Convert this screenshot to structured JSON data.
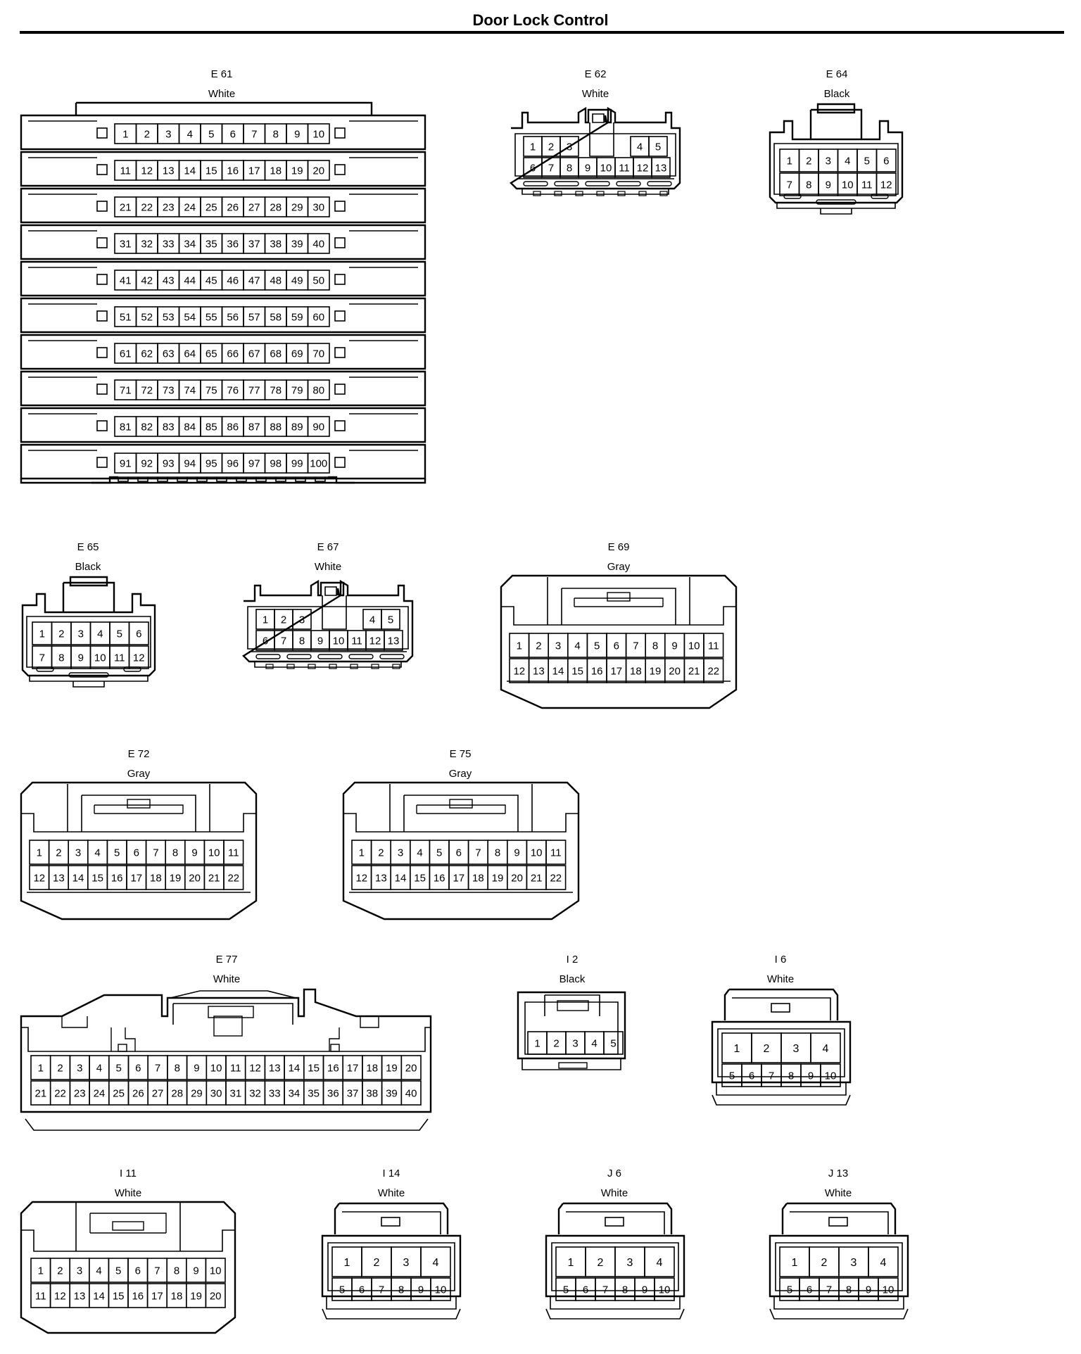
{
  "title": "Door Lock Control",
  "connectors": [
    {
      "id": "E 61",
      "color": "White",
      "pins": [
        100
      ]
    },
    {
      "id": "E 62",
      "color": "White",
      "pins": [
        13
      ]
    },
    {
      "id": "E 64",
      "color": "Black",
      "pins": [
        12
      ]
    },
    {
      "id": "E 65",
      "color": "Black",
      "pins": [
        12
      ]
    },
    {
      "id": "E 67",
      "color": "White",
      "pins": [
        13
      ]
    },
    {
      "id": "E 69",
      "color": "Gray",
      "pins": [
        22
      ]
    },
    {
      "id": "E 72",
      "color": "Gray",
      "pins": [
        22
      ]
    },
    {
      "id": "E 75",
      "color": "Gray",
      "pins": [
        22
      ]
    },
    {
      "id": "E 77",
      "color": "White",
      "pins": [
        40
      ]
    },
    {
      "id": "I 2",
      "color": "Black",
      "pins": [
        5
      ]
    },
    {
      "id": "I 6",
      "color": "White",
      "pins": [
        10
      ]
    },
    {
      "id": "I 11",
      "color": "White",
      "pins": [
        20
      ]
    },
    {
      "id": "I 14",
      "color": "White",
      "pins": [
        10
      ]
    },
    {
      "id": "J 6",
      "color": "White",
      "pins": [
        10
      ]
    },
    {
      "id": "J 13",
      "color": "White",
      "pins": [
        10
      ]
    }
  ]
}
